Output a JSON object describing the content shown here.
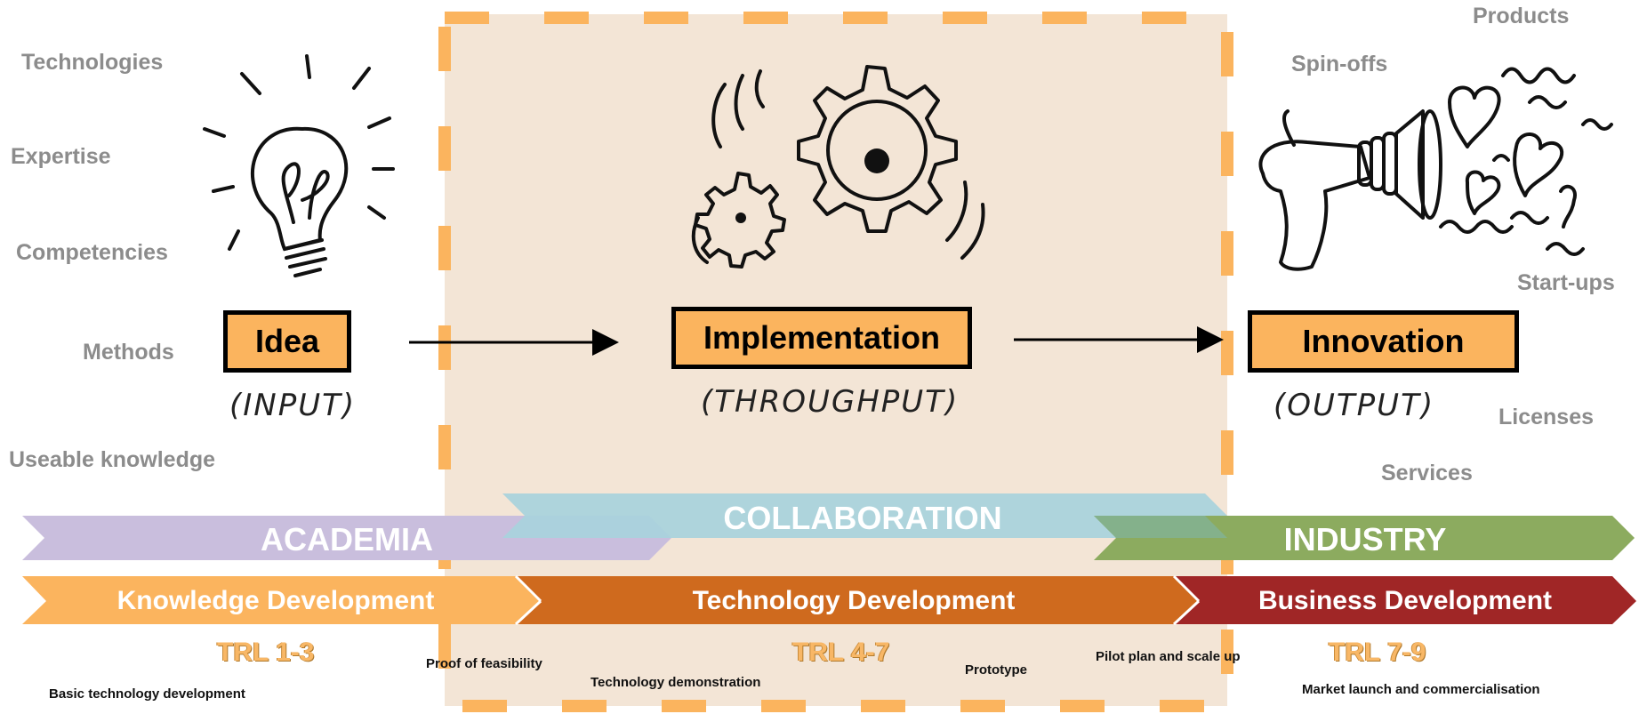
{
  "inputs": [
    "Technologies",
    "Expertise",
    "Competencies",
    "Methods",
    "Useable knowledge"
  ],
  "outputs": [
    "Products",
    "Spin-offs",
    "Start-ups",
    "Licenses",
    "Services"
  ],
  "stages": {
    "idea": {
      "label": "Idea",
      "sub": "(INPUT)"
    },
    "implementation": {
      "label": "Implementation",
      "sub": "(THROUGHPUT)"
    },
    "innovation": {
      "label": "Innovation",
      "sub": "(OUTPUT)"
    }
  },
  "sectors": {
    "academia": "ACADEMIA",
    "collaboration": "COLLABORATION",
    "industry": "INDUSTRY"
  },
  "phases": {
    "knowledge": "Knowledge Development",
    "technology": "Technology Development",
    "business": "Business Development"
  },
  "trl": {
    "a": "TRL 1-3",
    "b": "TRL 4-7",
    "c": "TRL 7-9"
  },
  "milestones": {
    "basic": "Basic technology development",
    "feasibility": "Proof of feasibility",
    "demonstration": "Technology demonstration",
    "prototype": "Prototype",
    "pilot": "Pilot plan and scale up",
    "market": "Market launch and commercialisation"
  },
  "colors": {
    "box_fill": "#fbb45e",
    "academia": "#c9bedd",
    "collaboration": "#a8d3dc",
    "industry": "#8cab5f",
    "knowledge": "#fbb45e",
    "technology": "#cf6a1e",
    "business": "#a02626",
    "dashed_frame": "#fbb45e",
    "panel": "#f3e5d6"
  }
}
